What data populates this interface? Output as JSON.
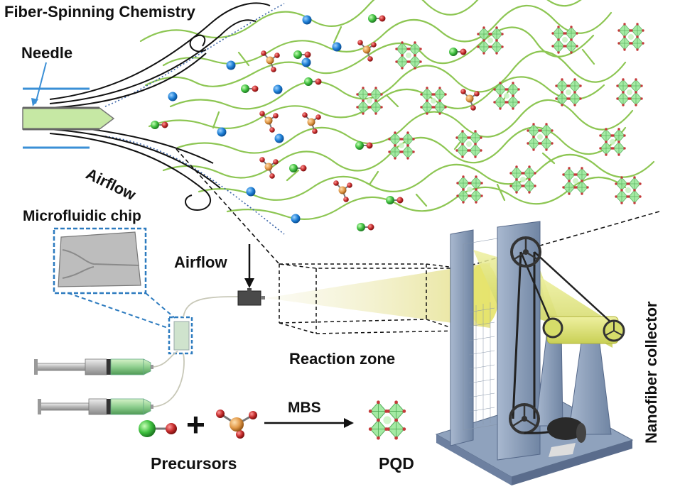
{
  "labels": {
    "title": "Fiber-Spinning Chemistry",
    "needle": "Needle",
    "airflow_top": "Airflow",
    "chip": "Microfluidic chip",
    "airflow_mid": "Airflow",
    "reaction_zone": "Reaction zone",
    "mbs": "MBS",
    "precursors": "Precursors",
    "pqd": "PQD",
    "collector": "Nanofiber collector",
    "plus": "+"
  },
  "colors": {
    "fiber": "#8dc653",
    "cation": "#1e7fd6",
    "halide": "#3fbf3f",
    "oxygen": "#c42b2b",
    "acetate_core": "#e29a4a",
    "octahedron": "#8ce08a",
    "collector_frame": "#8498b3",
    "fiber_film": "#d6dd6a",
    "chip_outline": "#2d7bbf",
    "needle_fill": "#c6e8a4"
  }
}
